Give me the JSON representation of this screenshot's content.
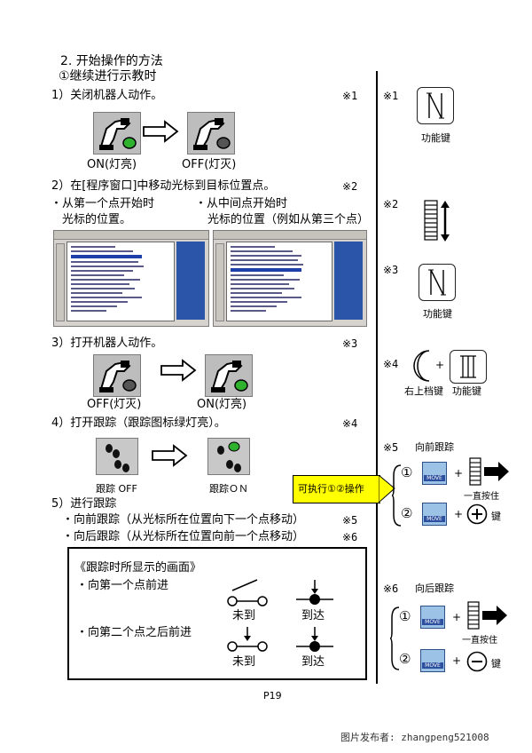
{
  "section": {
    "title": "2. 开始操作的方法",
    "subtitle": "①继续进行示教时"
  },
  "steps": {
    "s1": "1）关闭机器人动作。",
    "s1_on": "ON(灯亮)",
    "s1_off": "OFF(灯灭)",
    "s2": "2）在[程序窗口]中移动光标到目标位置点。",
    "s2_a1": "・从第一个点开始时",
    "s2_a2": "光标的位置。",
    "s2_b1": "・从中间点开始时",
    "s2_b2": "光标的位置（例如从第三个点）",
    "s3": "3）打开机器人动作。",
    "s3_off": "OFF(灯灭)",
    "s3_on": "ON(灯亮)",
    "s4": "4）打开跟踪（跟踪图标绿灯亮）。",
    "s4_off": "跟踪 OFF",
    "s4_on": "跟踪ＯＮ",
    "s5": "5）进行跟踪",
    "s5_a": "・向前跟踪（从光标所在位置向下一个点移动）",
    "s5_b": "・向后跟踪（从光标所在位置向前一个点移动）"
  },
  "refs": {
    "r1": "※1",
    "r2": "※2",
    "r3": "※3",
    "r4": "※4",
    "r5": "※5",
    "r6": "※6"
  },
  "box": {
    "title": "《跟踪时所显示的画面》",
    "line1": "・向第一个点前进",
    "line2": "・向第二个点之后前进",
    "not_arrived": "未到",
    "arrived": "到达"
  },
  "side": {
    "n1": "※1",
    "n1_label": "功能键",
    "n2": "※2",
    "n3": "※3",
    "n3_label": "功能键",
    "n4": "※4",
    "n4_label_a": "右上档键",
    "n4_label_b": "功能键",
    "n5": "※5",
    "n5_title": "向前跟踪",
    "n5_hold": "一直按住",
    "n5_key": "键",
    "n6": "※6",
    "n6_title": "向后跟踪",
    "n6_hold": "一直按住",
    "n6_key": "键",
    "callout": "可执行①②操作",
    "c1": "①",
    "c2": "②",
    "move": "MOVE"
  },
  "page_number": "P19",
  "watermark": "图片发布者: zhangpeng521008",
  "colors": {
    "callout": "#ffff00",
    "led_green": "#2fb32f",
    "move_icon": "#9cc3e6"
  }
}
